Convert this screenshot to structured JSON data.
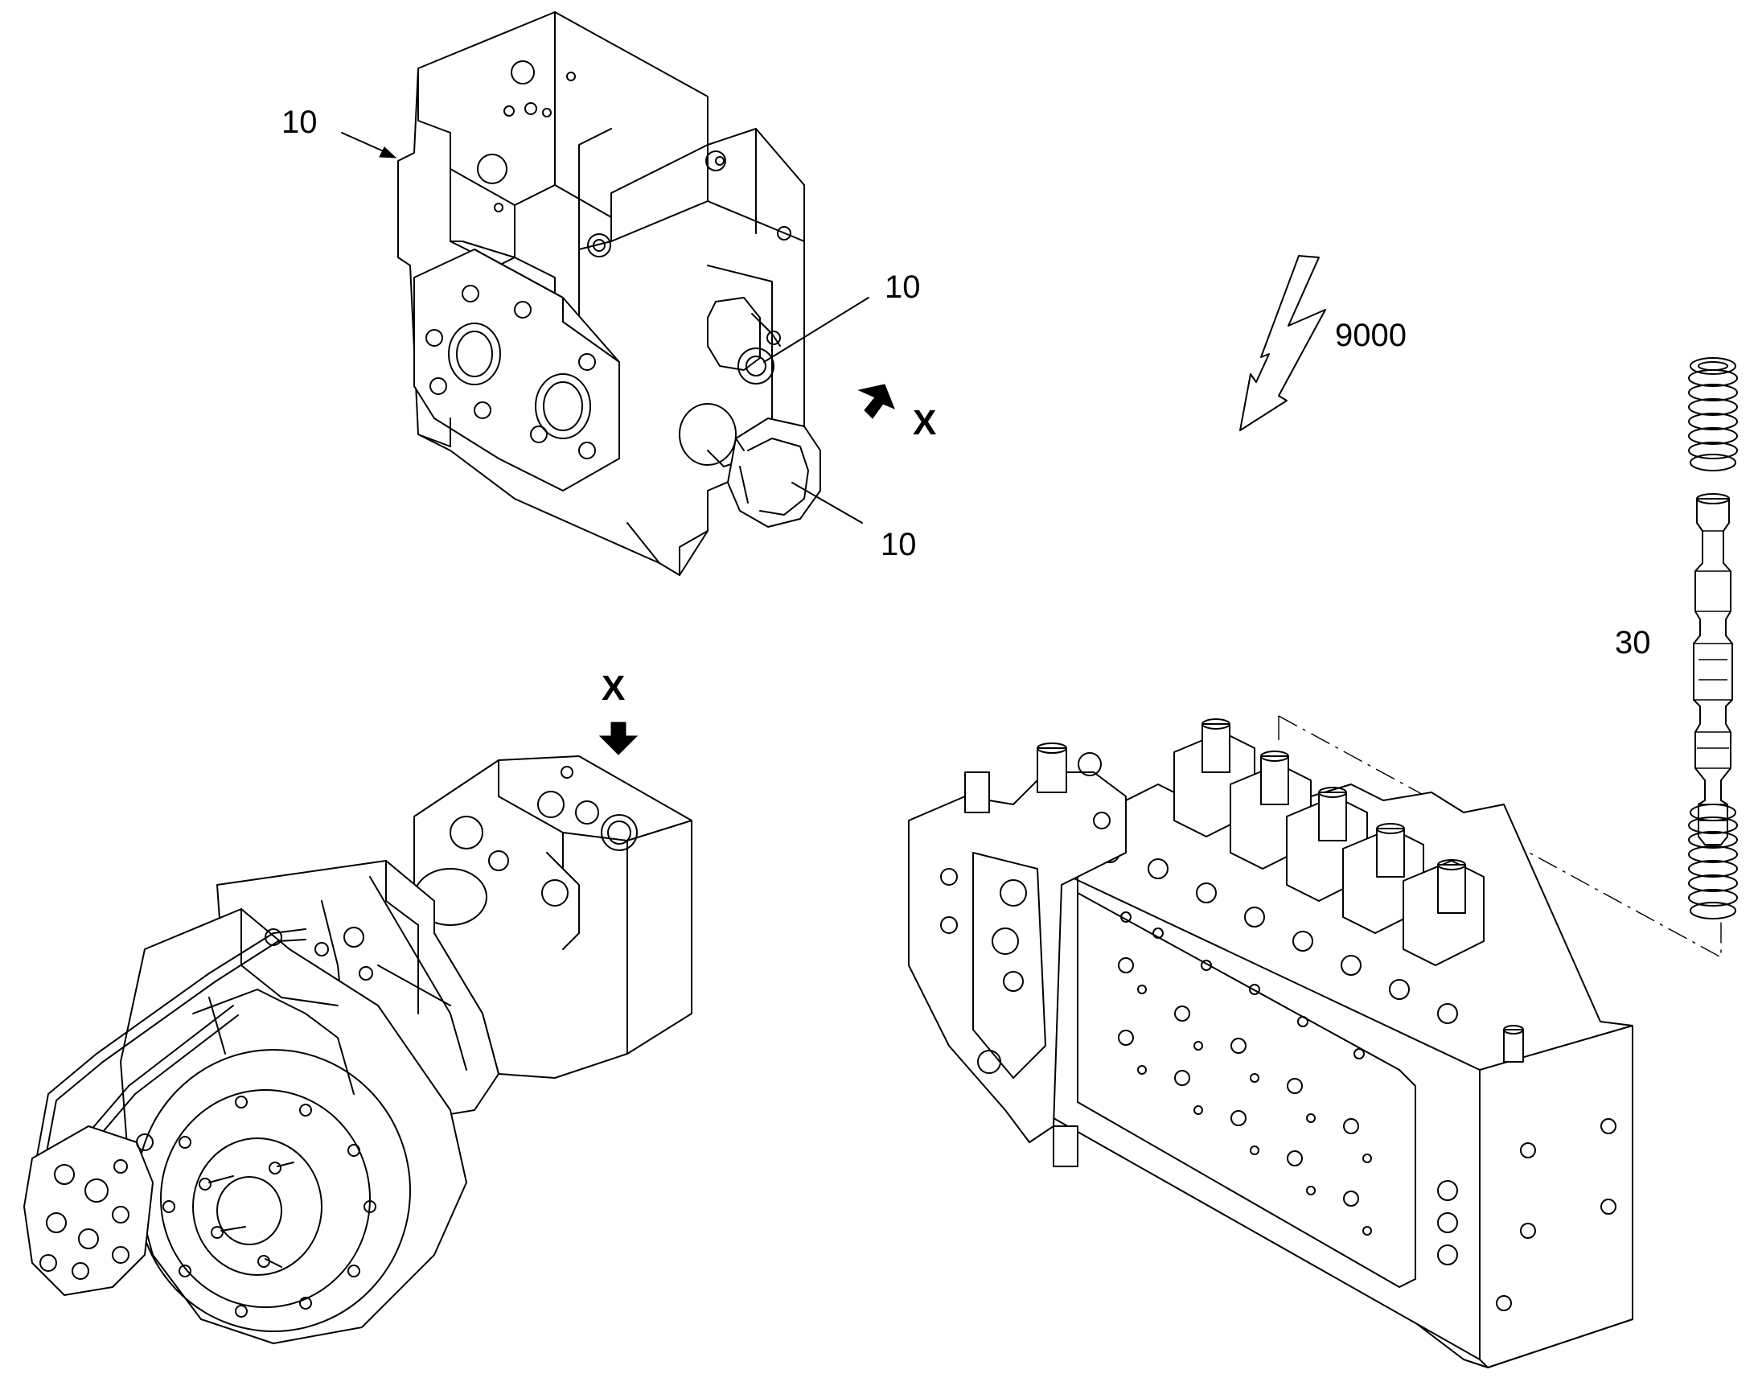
{
  "callouts": {
    "part_top_left": "10",
    "part_top_right_upper": "10",
    "part_top_right_lower": "10",
    "view_marker_side": "X",
    "view_marker_top": "X",
    "service_ref": "9000",
    "spool_part": "30"
  },
  "icons": {
    "service": "lightning-arrow-icon",
    "view_arrow": "view-arrow-icon"
  },
  "colors": {
    "line": "#000000",
    "background": "#ffffff"
  }
}
